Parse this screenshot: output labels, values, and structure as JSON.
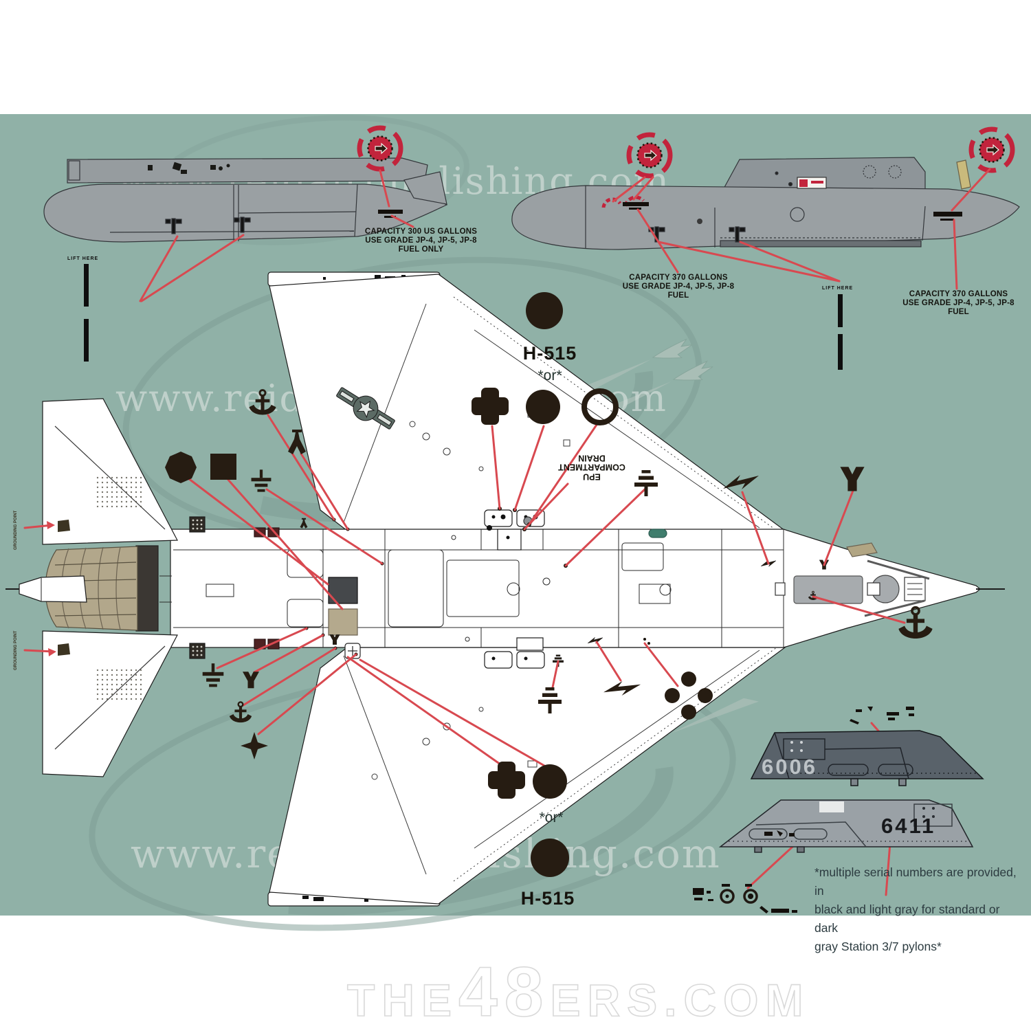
{
  "watermark": {
    "url": "www.reidairpublishing.com",
    "brand": {
      "the": "THE",
      "num": "48",
      "ers": "ERS.COM"
    }
  },
  "fuel_tank_300": {
    "capacity_note": [
      "CAPACITY 300 US GALLONS",
      "USE GRADE JP-4, JP-5, JP-8",
      "FUEL ONLY"
    ],
    "lift_label": "LIFT HERE"
  },
  "fuel_tank_370": {
    "capacity_note_left": [
      "CAPACITY 370 GALLONS",
      "USE GRADE JP-4, JP-5, JP-8",
      "FUEL"
    ],
    "capacity_note_right": [
      "CAPACITY 370 GALLONS",
      "USE GRADE JP-4, JP-5, JP-8",
      "FUEL"
    ],
    "lift_label": "LIFT HERE"
  },
  "stencils": {
    "h515_top": "H-515",
    "h515_bottom": "H-515",
    "or_top": "*or*",
    "or_bottom": "*or*",
    "epu": [
      "EPU",
      "COMPARTMENT",
      "DRAIN"
    ],
    "stab_marker_label": "GROUNDING POINT"
  },
  "pylons": {
    "serial_dark_pylon": "6006",
    "serial_light_pylon": "6411",
    "footnote": [
      "*multiple serial numbers are provided, in",
      "black and light gray for standard or dark",
      "gray Station 3/7 pylons*"
    ]
  },
  "colors": {
    "background_green": "#90b1a7",
    "tank_gray": "#9aa0a3",
    "pylon_dark": "#59626a",
    "pylon_light": "#9aa1a6",
    "warning_red": "#c2243c",
    "leader_red": "#d84950",
    "decal_black": "#261c12",
    "nozzle_tan": "#b2a78b"
  }
}
